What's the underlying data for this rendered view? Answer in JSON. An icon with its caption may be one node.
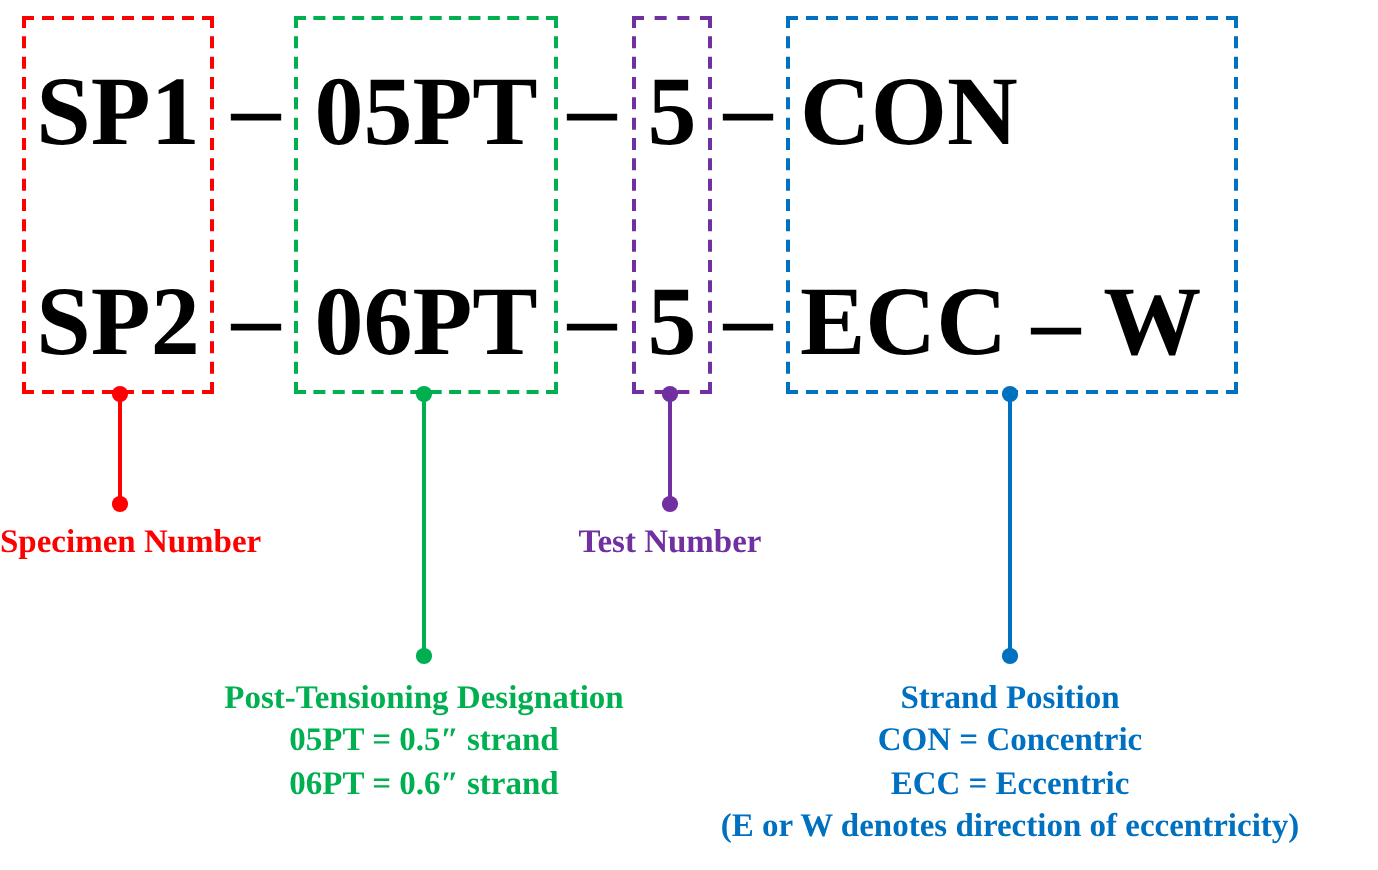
{
  "diagram": {
    "nodes": [
      {
        "text": [
          "SP1",
          "SP2"
        ]
      },
      {
        "text": [
          "05PT",
          "06PT"
        ]
      },
      {
        "text": [
          "5",
          "5"
        ]
      },
      {
        "text": [
          "CON",
          "ECC – W"
        ]
      },
      {
        "text": [
          "Specimen Number"
        ]
      },
      {
        "text": [
          "Test Number"
        ]
      },
      {
        "text": [
          "Post-Tensioning Designation",
          "05PT = 0.5″ strand",
          "06PT = 0.6″ strand"
        ]
      },
      {
        "text": [
          "Strand Position",
          "CON = Concentric",
          "ECC = Eccentric",
          "(E or W denotes direction of eccentricity)"
        ]
      }
    ],
    "edges": [
      {
        "from": 4,
        "to": 0,
        "arrow": "other",
        "color": "#ff0000"
      },
      {
        "from": 5,
        "to": 2,
        "arrow": "other",
        "color": "#7030a0"
      },
      {
        "from": 6,
        "to": 1,
        "arrow": "other",
        "color": "#00b050"
      },
      {
        "from": 7,
        "to": 3,
        "arrow": "other",
        "color": "#0070c0"
      }
    ],
    "labels": [
      "–",
      "–",
      "–",
      "–",
      "–",
      "–"
    ]
  }
}
